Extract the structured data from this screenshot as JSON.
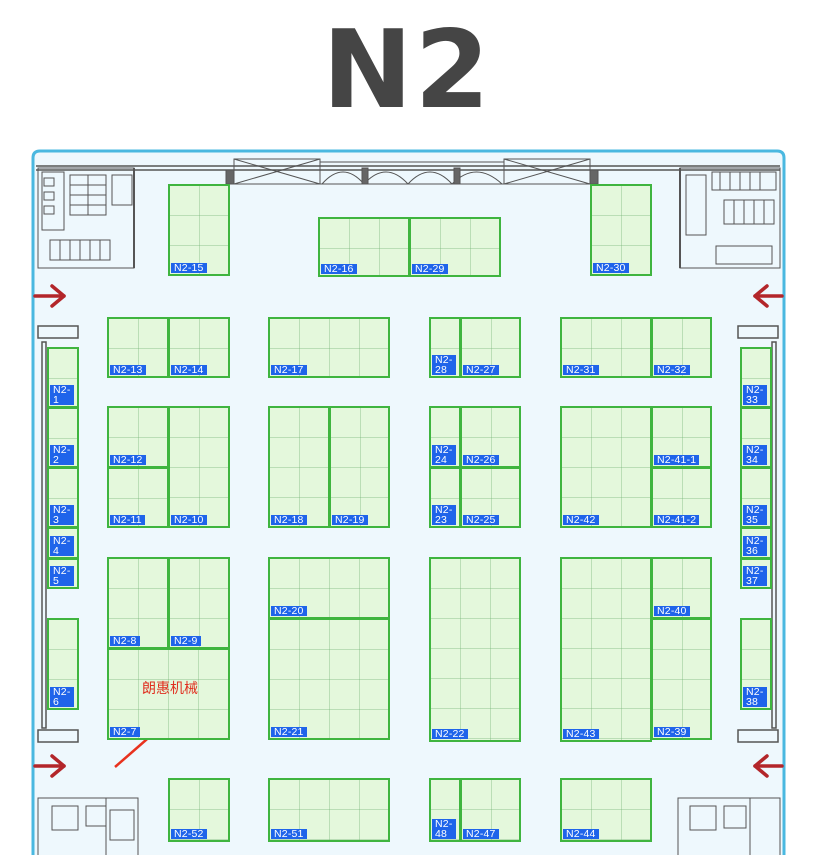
{
  "hall_title": "N2",
  "annotation": "朗惠机械",
  "colors": {
    "booth_fill": "#e4f8dc",
    "booth_border": "#3fb53f",
    "label_bg": "#1f64ea",
    "label_text": "#ffffff",
    "hall_border": "#4ab8e0",
    "floor": "#eef8fd",
    "arrow": "#b3262a",
    "annotation": "#e03020"
  },
  "icons": [
    "entrance-arrow-icon",
    "exit-arrow-icon",
    "gate-icon",
    "restroom-icon",
    "pointer-arrow-icon"
  ],
  "booths": [
    {
      "id": "N2-15",
      "label": "N2-15"
    },
    {
      "id": "N2-16",
      "label": "N2-16"
    },
    {
      "id": "N2-29",
      "label": "N2-29"
    },
    {
      "id": "N2-30",
      "label": "N2-30"
    },
    {
      "id": "N2-13",
      "label": "N2-13"
    },
    {
      "id": "N2-14",
      "label": "N2-14"
    },
    {
      "id": "N2-17",
      "label": "N2-17"
    },
    {
      "id": "N2-28",
      "label": "N2-\n28"
    },
    {
      "id": "N2-27",
      "label": "N2-27"
    },
    {
      "id": "N2-31",
      "label": "N2-31"
    },
    {
      "id": "N2-32",
      "label": "N2-32"
    },
    {
      "id": "N2-1",
      "label": "N2-\n1"
    },
    {
      "id": "N2-2",
      "label": "N2-\n2"
    },
    {
      "id": "N2-3",
      "label": "N2-\n3"
    },
    {
      "id": "N2-4",
      "label": "N2-\n4"
    },
    {
      "id": "N2-5",
      "label": "N2-\n5"
    },
    {
      "id": "N2-6",
      "label": "N2-\n6"
    },
    {
      "id": "N2-33",
      "label": "N2-\n33"
    },
    {
      "id": "N2-34",
      "label": "N2-\n34"
    },
    {
      "id": "N2-35",
      "label": "N2-\n35"
    },
    {
      "id": "N2-36",
      "label": "N2-\n36"
    },
    {
      "id": "N2-37",
      "label": "N2-\n37"
    },
    {
      "id": "N2-38",
      "label": "N2-\n38"
    },
    {
      "id": "N2-12",
      "label": "N2-12"
    },
    {
      "id": "N2-10",
      "label": "N2-10"
    },
    {
      "id": "N2-11",
      "label": "N2-11"
    },
    {
      "id": "N2-18",
      "label": "N2-18"
    },
    {
      "id": "N2-19",
      "label": "N2-19"
    },
    {
      "id": "N2-24",
      "label": "N2-\n24"
    },
    {
      "id": "N2-26",
      "label": "N2-26"
    },
    {
      "id": "N2-23",
      "label": "N2-\n23"
    },
    {
      "id": "N2-25",
      "label": "N2-25"
    },
    {
      "id": "N2-42",
      "label": "N2-42"
    },
    {
      "id": "N2-41-1",
      "label": "N2-41-1"
    },
    {
      "id": "N2-41-2",
      "label": "N2-41-2"
    },
    {
      "id": "N2-8",
      "label": "N2-8"
    },
    {
      "id": "N2-9",
      "label": "N2-9"
    },
    {
      "id": "N2-7",
      "label": "N2-7"
    },
    {
      "id": "N2-20",
      "label": "N2-20"
    },
    {
      "id": "N2-21",
      "label": "N2-21"
    },
    {
      "id": "N2-22",
      "label": "N2-22"
    },
    {
      "id": "N2-43",
      "label": "N2-43"
    },
    {
      "id": "N2-40",
      "label": "N2-40"
    },
    {
      "id": "N2-39",
      "label": "N2-39"
    },
    {
      "id": "N2-52",
      "label": "N2-52"
    },
    {
      "id": "N2-51",
      "label": "N2-51"
    },
    {
      "id": "N2-48",
      "label": "N2-\n48"
    },
    {
      "id": "N2-47",
      "label": "N2-47"
    },
    {
      "id": "N2-44",
      "label": "N2-44"
    }
  ]
}
